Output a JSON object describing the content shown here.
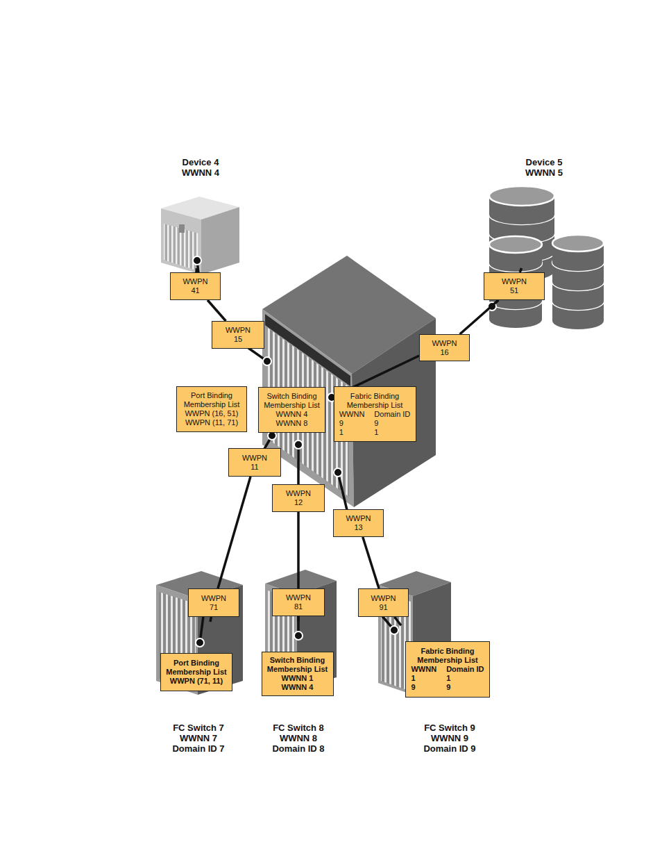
{
  "diagram": {
    "nodes": [
      {
        "text": [
          "Device 4",
          "WWNN 4"
        ]
      },
      {
        "text": [
          "Device 5",
          "WWNN 5"
        ]
      },
      {
        "text": [
          "WWPN",
          "41"
        ]
      },
      {
        "text": [
          "WWPN",
          "51"
        ]
      },
      {
        "text": [
          "WWPN",
          "15"
        ]
      },
      {
        "text": [
          "WWPN",
          "16"
        ]
      },
      {
        "text": [
          "Port Binding",
          "Membership List",
          "WWPN (16, 51)",
          "WWPN (11, 71)"
        ]
      },
      {
        "text": [
          "Switch Binding",
          "Membership List",
          "WWNN 4",
          "WWNN 8"
        ]
      },
      {
        "text": [
          "Fabric Binding",
          "Membership List",
          "WWNN",
          "Domain ID",
          "9",
          "9",
          "1",
          "1"
        ]
      },
      {
        "text": [
          "WWPN",
          "11"
        ]
      },
      {
        "text": [
          "WWPN",
          "12"
        ]
      },
      {
        "text": [
          "WWPN",
          "13"
        ]
      },
      {
        "text": [
          "WWPN",
          "71"
        ]
      },
      {
        "text": [
          "WWPN",
          "81"
        ]
      },
      {
        "text": [
          "WWPN",
          "91"
        ]
      },
      {
        "text": [
          "FC Switch 7",
          "WWNN 7",
          "Domain ID 7"
        ]
      },
      {
        "text": [
          "Port Binding",
          "Membership List",
          "WWPN (71, 11)"
        ],
        "in": 15
      },
      {
        "text": [
          "FC Switch 8",
          "WWNN 8",
          "Domain ID 8"
        ]
      },
      {
        "text": [
          "Switch Binding",
          "Membership List",
          "WWNN 1",
          "WWNN 4"
        ],
        "in": 17
      },
      {
        "text": [
          "FC Switch 9",
          "WWNN 9",
          "Domain ID 9"
        ]
      },
      {
        "text": [
          "Fabric Binding",
          "Membership List",
          "WWNN",
          "Domain ID",
          "1",
          "1",
          "9",
          "9"
        ],
        "in": 19
      }
    ],
    "edges": [
      {
        "from": 0,
        "to": 2,
        "arrow": "none"
      },
      {
        "from": 2,
        "to": 4,
        "arrow": "none"
      },
      {
        "from": 1,
        "to": 3,
        "arrow": "none"
      },
      {
        "from": 3,
        "to": 5,
        "arrow": "none"
      },
      {
        "from": 9,
        "to": 12,
        "arrow": "none"
      },
      {
        "from": 10,
        "to": 13,
        "arrow": "none"
      },
      {
        "from": 11,
        "to": 14,
        "arrow": "none"
      },
      {
        "from": 12,
        "to": 15,
        "arrow": "none"
      },
      {
        "from": 13,
        "to": 17,
        "arrow": "none"
      },
      {
        "from": 14,
        "to": 19,
        "arrow": "none"
      }
    ]
  }
}
